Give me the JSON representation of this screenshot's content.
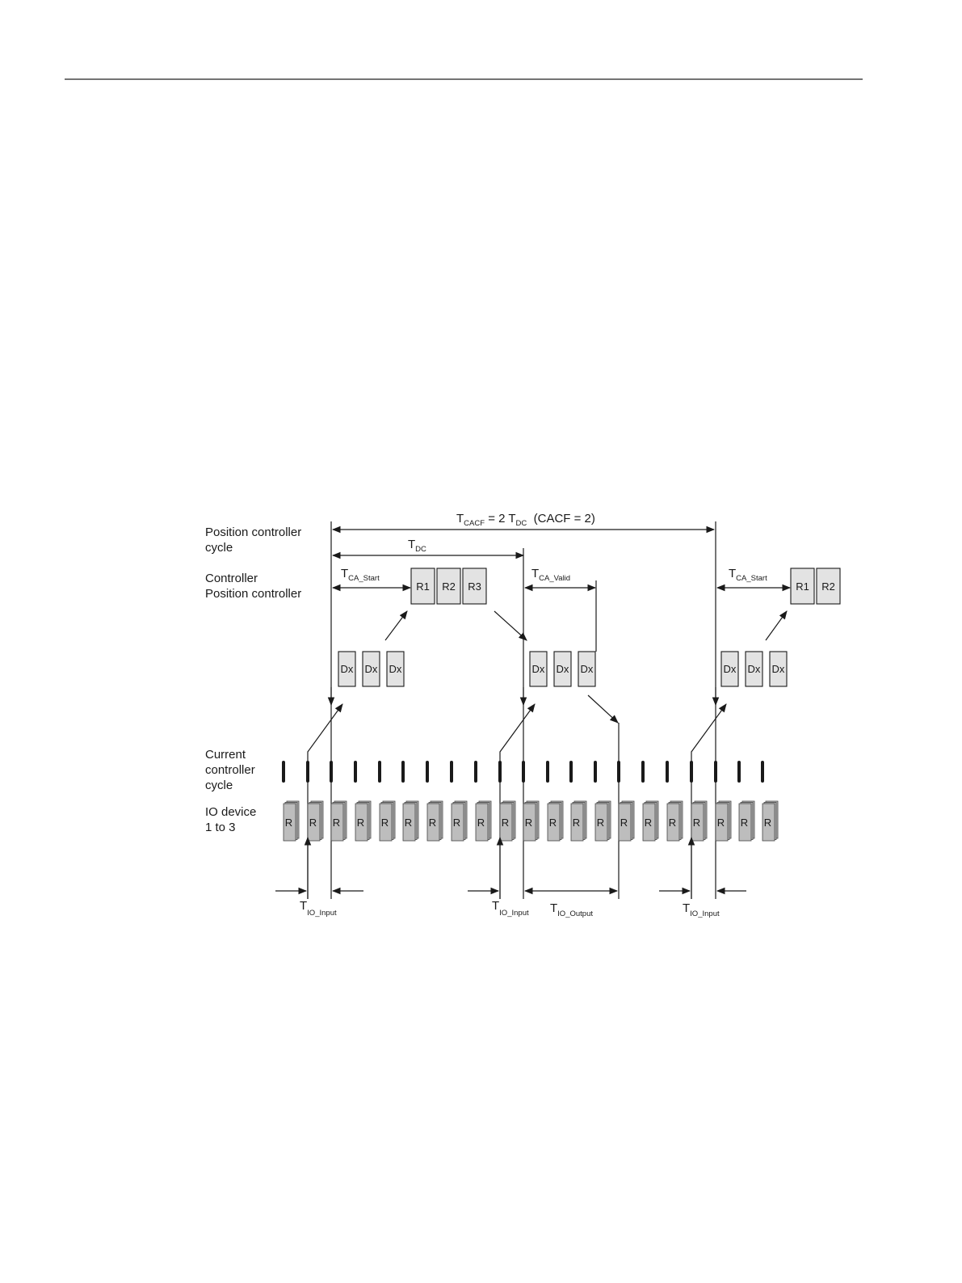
{
  "row_labels": {
    "position_controller_cycle": [
      "Position controller",
      "cycle"
    ],
    "controller_position_controller": [
      "Controller",
      "Position controller"
    ],
    "current_controller_cycle": [
      "Current",
      "controller",
      "cycle"
    ],
    "io_device": [
      "IO device",
      "1 to 3"
    ]
  },
  "timing": {
    "t_cacf": {
      "main": "T",
      "sub": "CACF",
      "rest": " = 2 T",
      "sub2": "DC",
      "tail": "  (CACF = 2)"
    },
    "t_dc": {
      "main": "T",
      "sub": "DC"
    },
    "t_ca_start": {
      "main": "T",
      "sub": "CA_Start"
    },
    "t_ca_valid": {
      "main": "T",
      "sub": "CA_Valid"
    },
    "t_io_input": {
      "main": "T",
      "sub": "IO_Input"
    },
    "t_io_output": {
      "main": "T",
      "sub": "IO_Output"
    }
  },
  "controller_boxes": {
    "group1": [
      "R1",
      "R2",
      "R3"
    ],
    "group2": [
      "R1",
      "R2"
    ]
  },
  "dx_label": "Dx",
  "r_label": "R"
}
